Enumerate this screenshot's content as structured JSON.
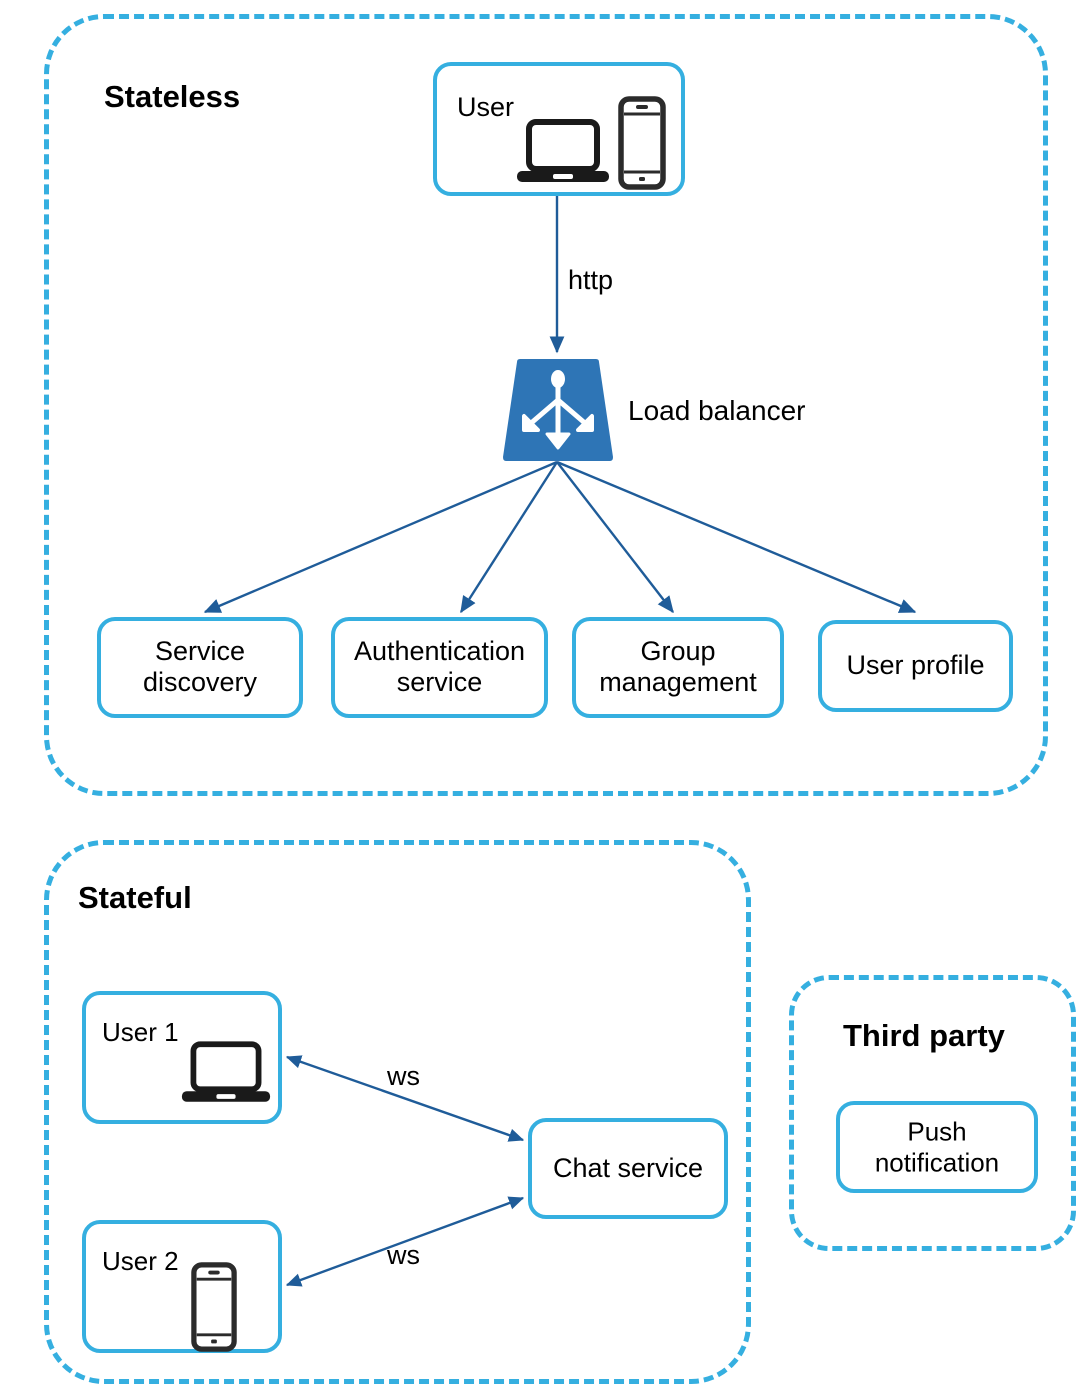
{
  "diagram": {
    "title_stateless": "Stateless",
    "title_stateful": "Stateful",
    "title_thirdparty": "Third party",
    "colors": {
      "zone_border": "#35AFE0",
      "node_border": "#35AFE0",
      "load_balancer_fill": "#2E75B6",
      "arrow": "#1F5C99",
      "text": "#000000",
      "background": "#FFFFFF"
    }
  },
  "nodes": {
    "user": {
      "label": "User",
      "icons": [
        "laptop-icon",
        "phone-icon"
      ]
    },
    "load_balancer": {
      "label": "Load balancer",
      "icon": "load-balancer-icon"
    },
    "service_discovery": {
      "label": "Service\ndiscovery"
    },
    "authentication_service": {
      "label": "Authentication\nservice"
    },
    "group_management": {
      "label": "Group\nmanagement"
    },
    "user_profile": {
      "label": "User profile"
    },
    "user1": {
      "label": "User 1",
      "icon": "laptop-icon"
    },
    "user2": {
      "label": "User 2",
      "icon": "phone-icon"
    },
    "chat_service": {
      "label": "Chat service"
    },
    "push_notification": {
      "label": "Push\nnotification"
    }
  },
  "edges": {
    "user_to_lb": {
      "label": "http",
      "from": "user",
      "to": "load_balancer",
      "arrow": "single"
    },
    "lb_to_service_discovery": {
      "label": "",
      "from": "load_balancer",
      "to": "service_discovery",
      "arrow": "single"
    },
    "lb_to_authentication": {
      "label": "",
      "from": "load_balancer",
      "to": "authentication_service",
      "arrow": "single"
    },
    "lb_to_group_management": {
      "label": "",
      "from": "load_balancer",
      "to": "group_management",
      "arrow": "single"
    },
    "lb_to_user_profile": {
      "label": "",
      "from": "load_balancer",
      "to": "user_profile",
      "arrow": "single"
    },
    "user1_chat": {
      "label": "ws",
      "from": "user1",
      "to": "chat_service",
      "arrow": "double"
    },
    "user2_chat": {
      "label": "ws",
      "from": "user2",
      "to": "chat_service",
      "arrow": "double"
    }
  }
}
